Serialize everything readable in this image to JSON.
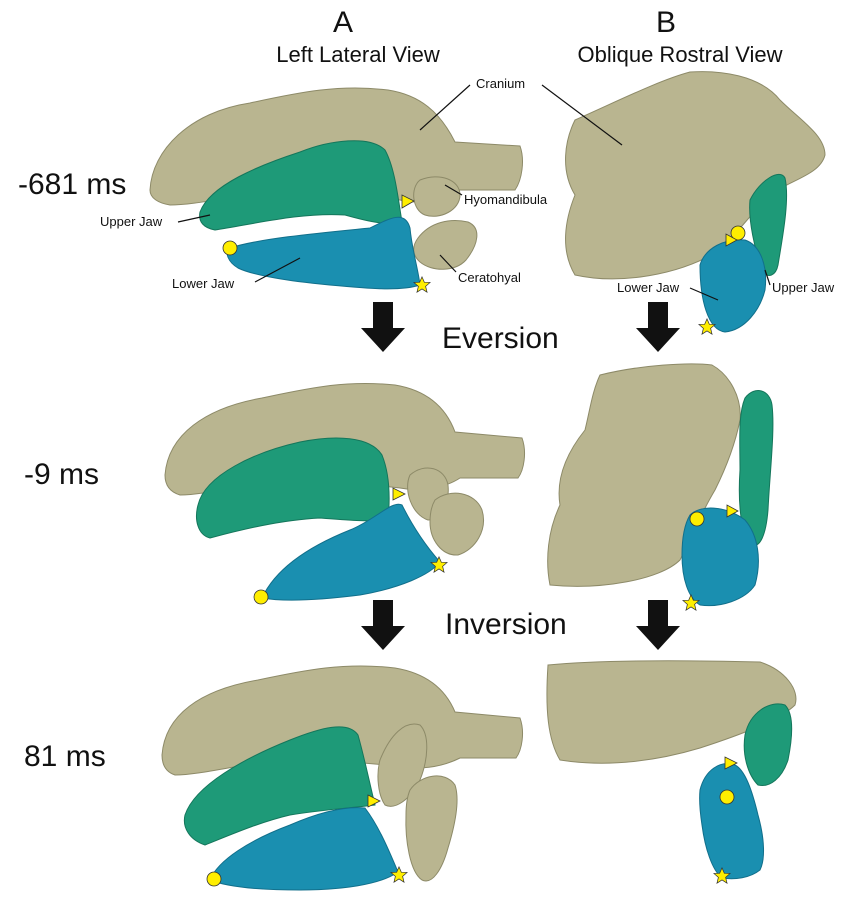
{
  "columns": [
    {
      "letter": "A",
      "title": "Left Lateral View"
    },
    {
      "letter": "B",
      "title": "Oblique Rostral View"
    }
  ],
  "rows": [
    {
      "time": "-681 ms"
    },
    {
      "time": "-9 ms"
    },
    {
      "time": "81 ms"
    }
  ],
  "phases": [
    "Eversion",
    "Inversion"
  ],
  "labels": {
    "cranium": "Cranium",
    "hyomandibula": "Hyomandibula",
    "upper_jaw": "Upper Jaw",
    "lower_jaw": "Lower Jaw",
    "ceratohyal": "Ceratohyal"
  },
  "colors": {
    "cranium": "#b9b590",
    "upper_jaw": "#1e9a78",
    "lower_jaw": "#1a8fb0",
    "marker": "#ffee00",
    "arrow": "#111111"
  }
}
